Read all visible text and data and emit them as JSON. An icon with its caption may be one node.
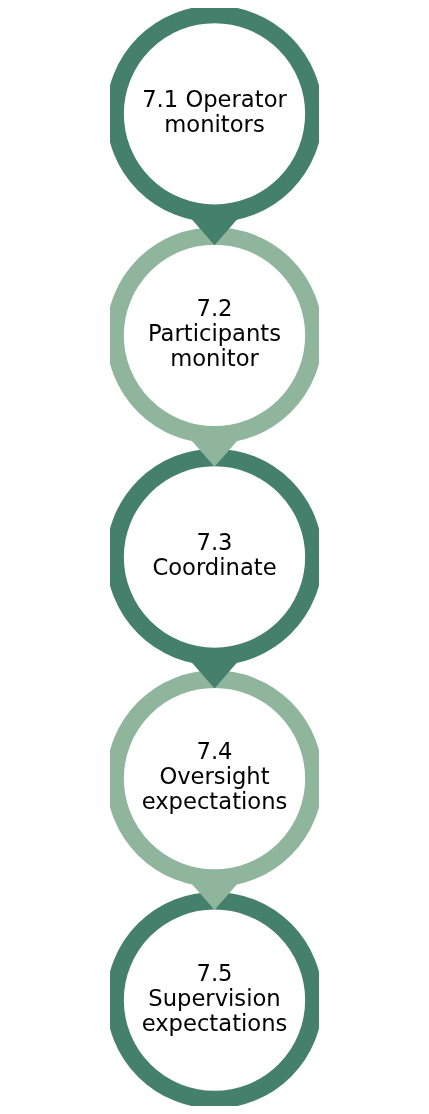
{
  "diagram": {
    "nodes": [
      {
        "text": [
          "7.1 Operator monitors"
        ]
      },
      {
        "text": [
          "7.2 Participants monitor"
        ]
      },
      {
        "text": [
          "7.3 Coordinate"
        ]
      },
      {
        "text": [
          "7.4 Oversight expectations"
        ]
      },
      {
        "text": [
          "7.5 Supervision expectations"
        ]
      }
    ],
    "edges": [
      {
        "from": 0,
        "to": 1,
        "arrow": "to"
      },
      {
        "from": 1,
        "to": 2,
        "arrow": "to"
      },
      {
        "from": 2,
        "to": 3,
        "arrow": "to"
      },
      {
        "from": 3,
        "to": 4,
        "arrow": "to"
      }
    ]
  }
}
